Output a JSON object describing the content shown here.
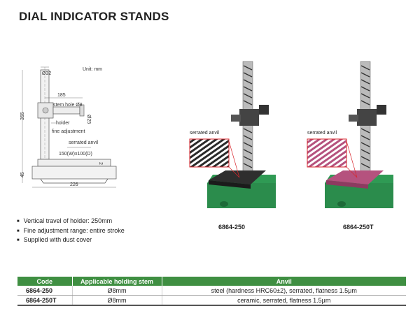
{
  "title": "DIAL INDICATOR STANDS",
  "drawing": {
    "unit": "Unit: mm",
    "dim_phi32": "Ø32",
    "dim_185": "185",
    "dim_355": "355",
    "dim_45": "45",
    "dim_226": "226",
    "dim_phi25": "Ø25",
    "dim_2": "2",
    "stem_hole": "stem hole Ø8",
    "holder": "holder",
    "fine_adjustment": "fine adjustment",
    "serrated_anvil": "serrated anvil",
    "anvil_size": "150(W)x100(D)"
  },
  "products": [
    {
      "code": "6864-250",
      "callout": "serrated anvil",
      "anvil_color": "#2e2e2e"
    },
    {
      "code": "6864-250T",
      "callout": "serrated anvil",
      "anvil_color": "#b5527e"
    }
  ],
  "features": [
    "Vertical travel of holder: 250mm",
    "Fine adjustment range: entire stroke",
    "Supplied with dust cover"
  ],
  "table": {
    "headers": [
      "Code",
      "Applicable holding stem",
      "Anvil"
    ],
    "rows": [
      [
        "6864-250",
        "Ø8mm",
        "steel (hardness HRC60±2), serrated, flatness 1.5μm"
      ],
      [
        "6864-250T",
        "Ø8mm",
        "ceramic, serrated, flatness 1.5μm"
      ]
    ]
  },
  "colors": {
    "accent_green": "#3f8f42",
    "base_green": "#2f9a54",
    "callout_red": "#d8262c"
  }
}
